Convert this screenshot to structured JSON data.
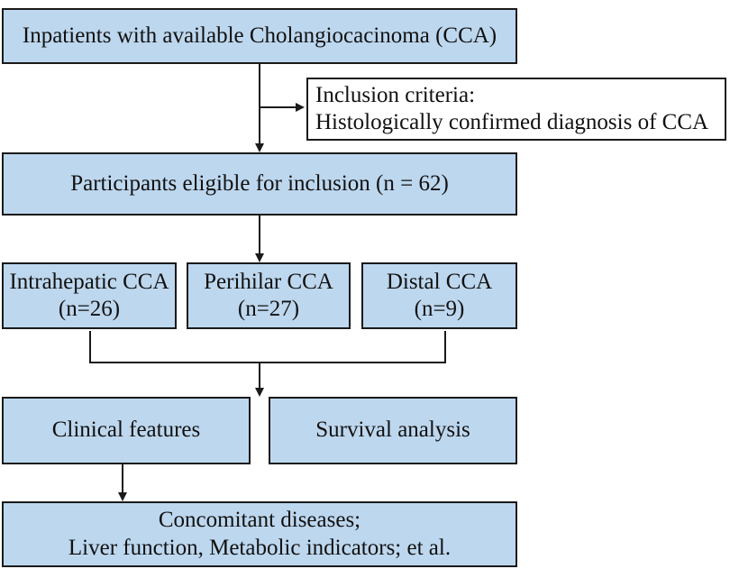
{
  "flowchart": {
    "inpatients": "Inpatients with available Cholangiocacinoma (CCA)",
    "inclusion": {
      "line1": "Inclusion criteria:",
      "line2": "Histologically confirmed diagnosis of CCA"
    },
    "eligible": "Participants eligible for inclusion (n = 62)",
    "subtypes": [
      {
        "name": "Intrahepatic CCA",
        "count": "(n=26)"
      },
      {
        "name": "Perihilar CCA",
        "count": "(n=27)"
      },
      {
        "name": "Distal CCA",
        "count": "(n=9)"
      }
    ],
    "clinical": "Clinical features",
    "survival": "Survival analysis",
    "concomitant": {
      "line1": "Concomitant diseases;",
      "line2": "Liver function, Metabolic indicators; et al."
    }
  },
  "colors": {
    "box_fill": "#bdd7ee",
    "criteria_fill": "#ffffff",
    "stroke": "#1a1a1a"
  }
}
